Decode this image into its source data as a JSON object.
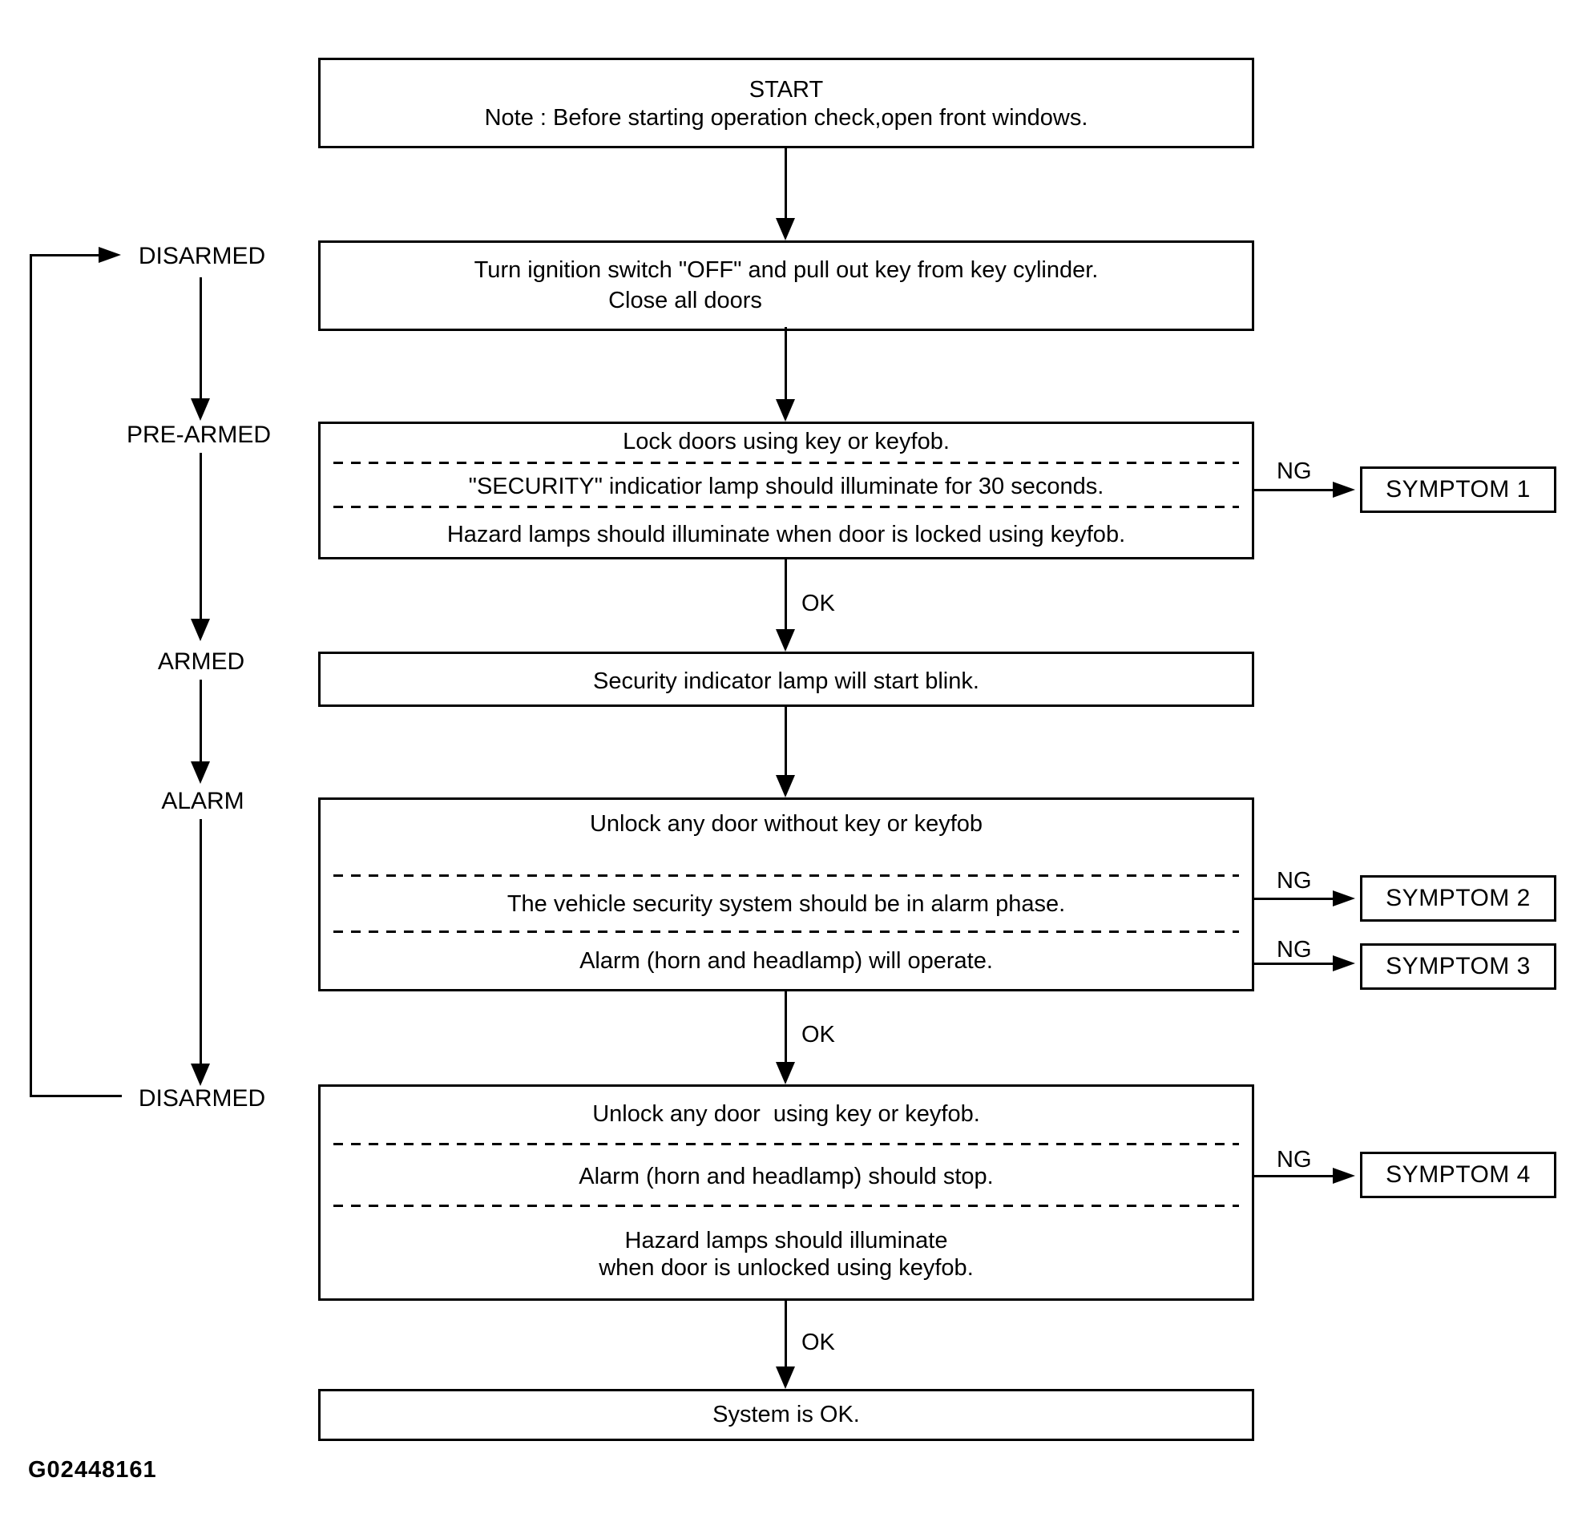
{
  "figure_code": "G02448161",
  "edge_labels": {
    "ok": "OK",
    "ng": "NG"
  },
  "states": [
    {
      "label": "DISARMED"
    },
    {
      "label": "PRE-ARMED"
    },
    {
      "label": "ARMED"
    },
    {
      "label": "ALARM"
    },
    {
      "label": "DISARMED"
    }
  ],
  "boxes": {
    "start": {
      "title": "START",
      "note": "Note : Before starting operation check,open front windows."
    },
    "ignition": {
      "line1": "Turn ignition switch \"OFF\" and pull out key from key cylinder.",
      "line2": "Close all doors"
    },
    "lock_check": {
      "row1": "Lock doors using key or keyfob.",
      "row2": "\"SECURITY\" indicatior lamp should illuminate for 30 seconds.",
      "row3": "Hazard lamps should illuminate when door is locked using keyfob."
    },
    "armed_indicator": {
      "text": "Security indicator lamp will start blink."
    },
    "alarm_check": {
      "row1": "Unlock any door without key or keyfob",
      "row2": "The vehicle security system should be in alarm phase.",
      "row3": "Alarm (horn and headlamp) will operate."
    },
    "disarm_check": {
      "row1": "Unlock any door  using key or keyfob.",
      "row2": "Alarm (horn and headlamp) should stop.",
      "row3a": "Hazard lamps should illuminate",
      "row3b": "when door is unlocked using keyfob."
    },
    "system_ok": {
      "text": "System is OK."
    }
  },
  "symptoms": [
    {
      "label": "SYMPTOM 1"
    },
    {
      "label": "SYMPTOM 2"
    },
    {
      "label": "SYMPTOM 3"
    },
    {
      "label": "SYMPTOM 4"
    }
  ]
}
